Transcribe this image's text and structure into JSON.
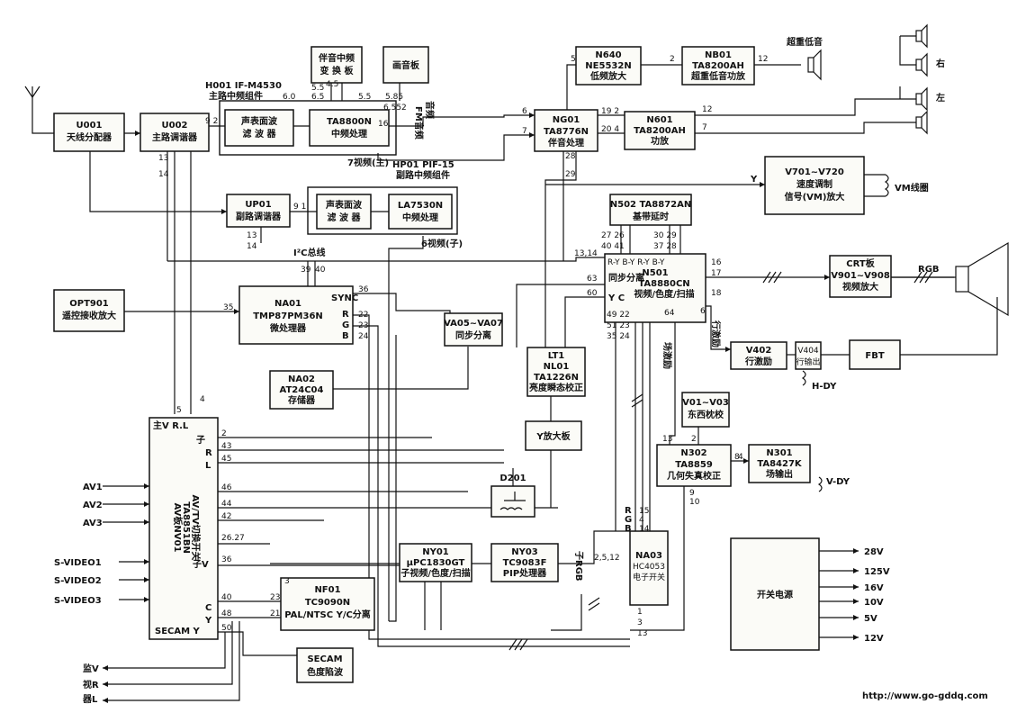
{
  "blocks": {
    "u001": [
      "U001",
      "天线分配器"
    ],
    "u002": [
      "U002",
      "主路调谐器"
    ],
    "up01": [
      "UP01",
      "副路调谐器"
    ],
    "h001": [
      "H001 IF-M4530",
      "主路中频组件"
    ],
    "hp01": [
      "HP01 PIF-15",
      "副路中频组件"
    ],
    "saw1": [
      "声表面波",
      "滤 波 器"
    ],
    "saw2": [
      "声表面波",
      "滤 波 器"
    ],
    "ta8800": [
      "TA8800N",
      "中频处理"
    ],
    "la7530": [
      "LA7530N",
      "中频处理"
    ],
    "sound_if": [
      "伴音中频",
      "变 换 板"
    ],
    "tone": [
      "画音板"
    ],
    "ng01": [
      "NG01",
      "TA8776N",
      "伴音处理"
    ],
    "n640": [
      "N640",
      "NE5532N",
      "低频放大"
    ],
    "nb01": [
      "NB01",
      "TA8200AH",
      "超重低音功放"
    ],
    "n601": [
      "N601",
      "TA8200AH",
      "功放"
    ],
    "v701": [
      "V701~V720",
      "速度调制",
      "信号(VM)放大"
    ],
    "n502": [
      "N502 TA8872AN",
      "基带延时"
    ],
    "n501": [
      "N501",
      "TA8880CN",
      "视频/色度/扫描"
    ],
    "crt": [
      "CRT板",
      "V901~V908",
      "视频放大"
    ],
    "opt901": [
      "OPT901",
      "遥控接收放大"
    ],
    "na01": [
      "NA01",
      "TMP87PM36N",
      "微处理器"
    ],
    "va05": [
      "VA05~VA07",
      "同步分离"
    ],
    "lt1": [
      "LT1",
      "NL01",
      "TA1226N",
      "亮度瞬态校正"
    ],
    "na02": [
      "NA02",
      "AT24C04",
      "存储器"
    ],
    "yamp": [
      "Y放大板"
    ],
    "v402": [
      "V402",
      "行激励"
    ],
    "v404": [
      "V404",
      "行输出"
    ],
    "fbt": [
      "FBT"
    ],
    "v01": [
      "V01~V03",
      "东西枕校"
    ],
    "n302": [
      "N302",
      "TA8859",
      "几何失真校正"
    ],
    "n301": [
      "N301",
      "TA8427K",
      "场输出"
    ],
    "nv01": [
      "AV板NV01",
      "TA8851BN",
      "AV/TV切换开关"
    ],
    "ny01": [
      "NY01",
      "μPC1830GT",
      "子视频/色度/扫描"
    ],
    "ny03": [
      "NY03",
      "TC9083F",
      "PIP处理器"
    ],
    "na03": [
      "NA03",
      "HC4053",
      "电子开关"
    ],
    "nf01": [
      "NF01",
      "TC9090N",
      "PAL/NTSC Y/C分离"
    ],
    "secam": [
      "SECAM",
      "色度陷波"
    ],
    "psu": [
      "开关电源"
    ],
    "d201": [
      "D201"
    ]
  },
  "labels": {
    "sub_bass": "超重低音",
    "right": "右",
    "left": "左",
    "vm_coil": "VM线圈",
    "hdy": "H-DY",
    "vdy": "V-DY",
    "i2c": "I²C总线",
    "rgb": "RGB",
    "video_main": "7视频(主)",
    "video_sub": "6视频(子)",
    "fm_sound": "FM音频",
    "audio": "音频",
    "sync_pin": "SYNC",
    "y_label": "Y",
    "sync_sep": "同步分离",
    "field_drive": "场激励",
    "line_drive": "行激励",
    "zi_label": "子",
    "main_vrl": "主V R.L",
    "c_label": "C",
    "y_label2": "Y",
    "secam_y": "SECAM Y",
    "zi_v": "子V",
    "r": "R",
    "l": "L",
    "g": "G",
    "b": "B",
    "yc": "Y C",
    "n501_top_pins": "R-Y B-Y R-Y B-Y",
    "zi_rgb": "子RGB",
    "freq": [
      "4.5",
      "6.0",
      "5.5",
      "6.5",
      "5.5",
      "5.85",
      "6.552"
    ],
    "url": "http://www.go-gddq.com"
  },
  "io": {
    "av_inputs": [
      "AV1",
      "AV2",
      "AV3"
    ],
    "svideo_inputs": [
      "S-VIDEO1",
      "S-VIDEO2",
      "S-VIDEO3"
    ],
    "monitor_out": [
      "监V",
      "视R",
      "器L"
    ],
    "psu_outputs": [
      "28V",
      "125V",
      "16V",
      "10V",
      "5V",
      "12V"
    ]
  },
  "pins": {
    "u002_out": "9  2",
    "up01_out": "9  1",
    "u002_bottom": [
      "13",
      "14"
    ],
    "up01_bottom": [
      "13",
      "14"
    ],
    "ta8800_pin": "16",
    "ng01_in": [
      "6",
      "7"
    ],
    "ng01_out": [
      "19 2",
      "20 4"
    ],
    "ng01_bottom": [
      "28",
      "29"
    ],
    "n640_in": "5",
    "nb01_in": "2",
    "nb01_out": "12",
    "n601_out": [
      "12",
      "7"
    ],
    "n502_pins": [
      "27 26",
      "40 41",
      "30 29",
      "37 28"
    ],
    "n501_left": [
      "13,14",
      "63",
      "60"
    ],
    "n501_right": [
      "16",
      "17",
      "18",
      "6"
    ],
    "n501_bottom": [
      "49 22",
      "51 23",
      "35 24",
      "64"
    ],
    "na01_top": [
      "39",
      "40"
    ],
    "na01_right": [
      "36",
      "22",
      "23",
      "24"
    ],
    "na01_left": "35",
    "nv01_top": [
      "5",
      "4"
    ],
    "nv01_right": [
      "2",
      "43",
      "45",
      "46",
      "44",
      "42",
      "26.27",
      "36"
    ],
    "nv01_bottom": [
      "40",
      "48",
      "50"
    ],
    "nf01_pins": [
      "3",
      "23",
      "21"
    ],
    "n302_pins": [
      "13",
      "2",
      "8",
      "9",
      "10"
    ],
    "n301_in": "4",
    "na03_in": "2,5,12",
    "na03_pins": [
      "15",
      "4",
      "14"
    ],
    "na03_bottom": [
      "1",
      "3",
      "13"
    ],
    "rgb_pins": [
      "R",
      "G",
      "B"
    ]
  }
}
